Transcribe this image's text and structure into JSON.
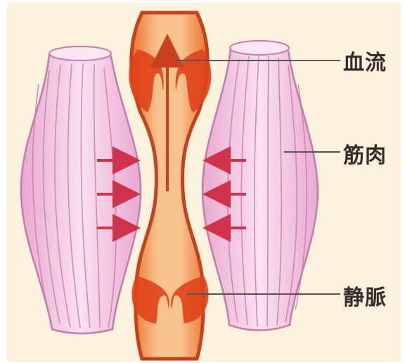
{
  "labels": {
    "blood_flow": "血流",
    "muscle": "筋肉",
    "vein": "静脈"
  },
  "colors": {
    "background": "#fcf3de",
    "muscle_fill": "#f4c8e4",
    "muscle_stripe": "#c77aa6",
    "vein_wall": "#d94a18",
    "blood": "#f3a872",
    "valve": "#e0421a",
    "arrow": "#d0324a",
    "leader_line": "#555555"
  }
}
